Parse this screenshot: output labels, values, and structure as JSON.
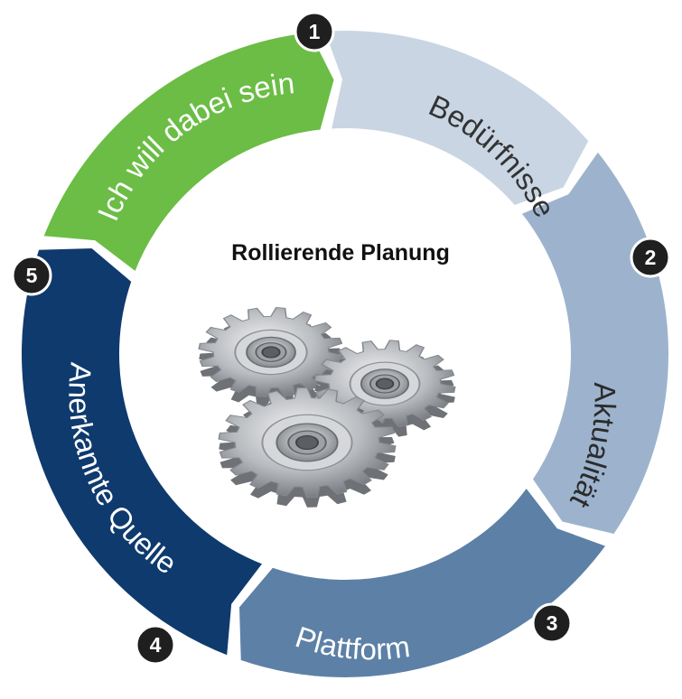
{
  "center_title": "Rollierende Planung",
  "segments": [
    {
      "label": "Bedürfnisse",
      "number": "2",
      "color": "#c9d5e3",
      "text_color": "#333333"
    },
    {
      "label": "Aktualität",
      "number": "3",
      "color": "#9db3cd",
      "text_color": "#2b2b2b"
    },
    {
      "label": "Plattform",
      "number": "4",
      "color": "#5d80a6",
      "text_color": "#ffffff"
    },
    {
      "label": "Anerkannte Quelle",
      "number": "5",
      "color": "#0f3a6e",
      "text_color": "#ffffff"
    },
    {
      "label": "Ich will dabei sein",
      "number": "1",
      "color": "#6bbd45",
      "text_color": "#ffffff"
    }
  ],
  "center_image": {
    "icon": "gears-icon"
  }
}
